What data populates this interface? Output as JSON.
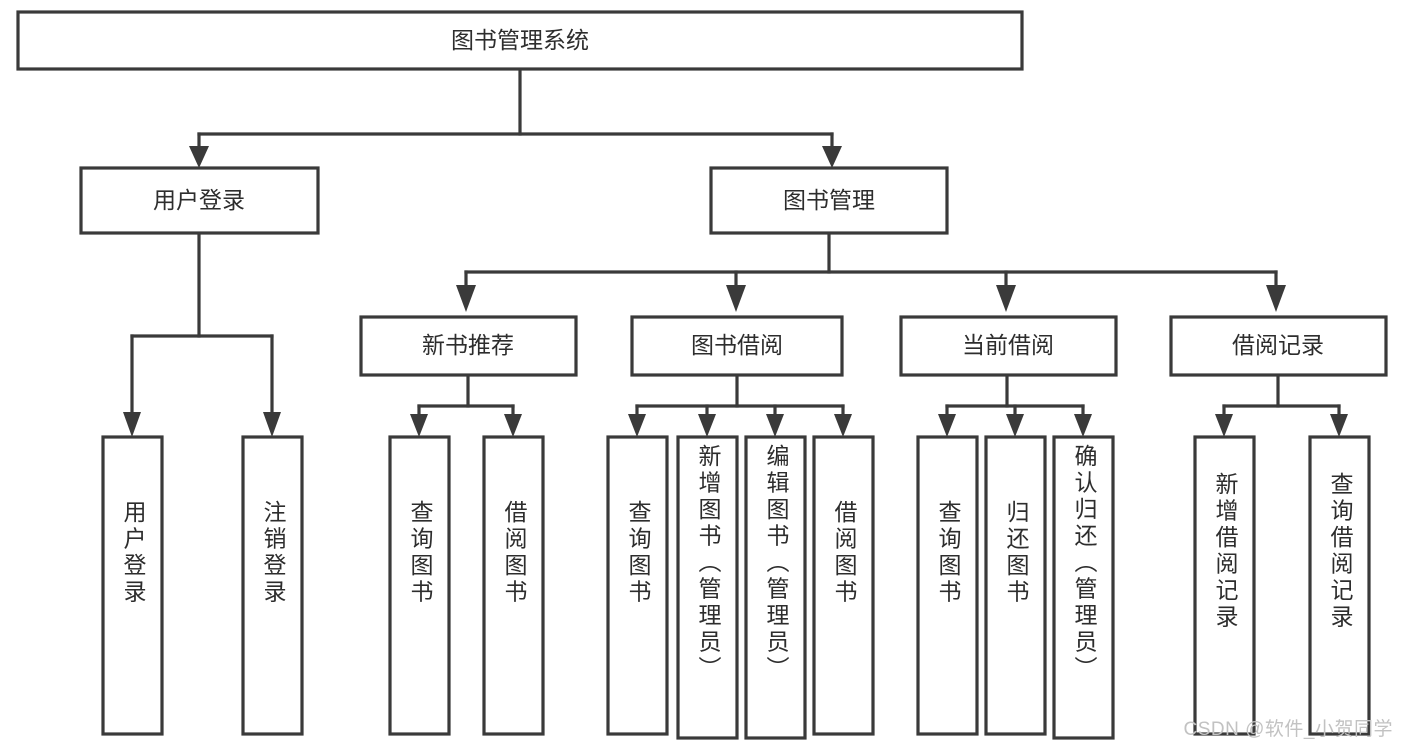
{
  "diagram": {
    "title": "图书管理系统",
    "type": "tree-hierarchy-diagram",
    "root": {
      "id": "root",
      "label": "图书管理系统"
    },
    "level2": [
      {
        "id": "user-login",
        "label": "用户登录"
      },
      {
        "id": "book-manage",
        "label": "图书管理"
      }
    ],
    "level3": [
      {
        "id": "new-book-recommend",
        "label": "新书推荐"
      },
      {
        "id": "book-borrow",
        "label": "图书借阅"
      },
      {
        "id": "current-borrow",
        "label": "当前借阅"
      },
      {
        "id": "borrow-record",
        "label": "借阅记录"
      }
    ],
    "leaves": [
      {
        "id": "leaf-user-login",
        "parent": "user-login",
        "label": "用户登录"
      },
      {
        "id": "leaf-logout",
        "parent": "user-login",
        "label": "注销登录"
      },
      {
        "id": "leaf-query-book-1",
        "parent": "new-book-recommend",
        "label": "查询图书"
      },
      {
        "id": "leaf-borrow-book-1",
        "parent": "new-book-recommend",
        "label": "借阅图书"
      },
      {
        "id": "leaf-query-book-2",
        "parent": "book-borrow",
        "label": "查询图书"
      },
      {
        "id": "leaf-add-book",
        "parent": "book-borrow",
        "label": "新增图书（管理员）"
      },
      {
        "id": "leaf-edit-book",
        "parent": "book-borrow",
        "label": "编辑图书（管理员）"
      },
      {
        "id": "leaf-borrow-book-2",
        "parent": "book-borrow",
        "label": "借阅图书"
      },
      {
        "id": "leaf-query-book-3",
        "parent": "current-borrow",
        "label": "查询图书"
      },
      {
        "id": "leaf-return-book",
        "parent": "current-borrow",
        "label": "归还图书"
      },
      {
        "id": "leaf-confirm-return",
        "parent": "current-borrow",
        "label": "确认归还（管理员）"
      },
      {
        "id": "leaf-add-record",
        "parent": "borrow-record",
        "label": "新增借阅记录"
      },
      {
        "id": "leaf-query-record",
        "parent": "borrow-record",
        "label": "查询借阅记录"
      }
    ]
  },
  "watermark": {
    "text": "CSDN @软件_小贺同学"
  },
  "colors": {
    "stroke": "#3a3a3a",
    "box_fill": "#ffffff",
    "text": "#2d2d2d",
    "watermark": "#c2c2c2",
    "background": "#ffffff"
  }
}
